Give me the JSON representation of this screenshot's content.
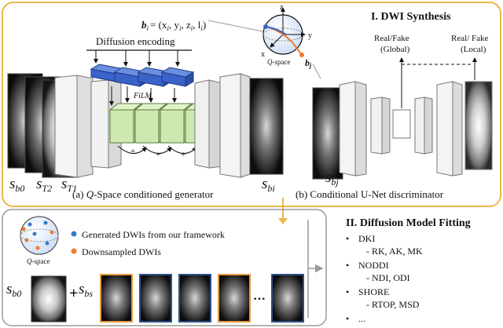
{
  "top_panel": {
    "title": "I. DWI Synthesis",
    "generator": {
      "diffusion_encoding_label": "Diffusion encoding",
      "bvector_formula": "b",
      "bvector_subscript": "i",
      "bvector_tuple": "= (x",
      "bvector_rest": ", y",
      "bvector_rest2": ", z",
      "bvector_rest3": ", l",
      "bvector_close": ")",
      "film_label": "FiLM",
      "plus_signs": [
        "+",
        "+",
        "+"
      ],
      "inputs": [
        {
          "main": "s",
          "sub": "b0"
        },
        {
          "main": "s",
          "sub": "T2"
        },
        {
          "main": "s",
          "sub": "T1"
        }
      ],
      "output": {
        "main": "s",
        "sub": "bi"
      },
      "caption_prefix": "(a) ",
      "caption_italic": "Q",
      "caption_rest": "-Space conditioned generator"
    },
    "qspace": {
      "axis_z": "z",
      "axis_y": "y",
      "axis_x": "x",
      "label_q": "Q",
      "label_rest": "-space",
      "bj_main": "b",
      "bj_sub": "j"
    },
    "discriminator": {
      "global_label_1": "Real/Fake",
      "global_label_2": "(Global)",
      "local_label_1": "Real/ Fake",
      "local_label_2": "(Local)",
      "input": {
        "main": "s",
        "sub": "bj"
      },
      "caption": "(b) Conditional U-Net discriminator"
    }
  },
  "bottom_panel": {
    "qspace_label_q": "Q",
    "qspace_label_rest": "-space",
    "legend": [
      {
        "label": "Generated DWIs from our framework",
        "color": "#3a78c8"
      },
      {
        "label": "Downsampled DWIs",
        "color": "#ec7c2c"
      }
    ],
    "sb0": {
      "main": "s",
      "sub": "b0"
    },
    "plus": "+",
    "sbs": {
      "main": "s",
      "sub": "bs"
    },
    "ellipsis": "···",
    "fitting": {
      "title": "II. Diffusion Model Fitting",
      "items": [
        {
          "bullet": "•",
          "name": "DKI",
          "detail": "- RK, AK, MK"
        },
        {
          "bullet": "•",
          "name": "NODDI",
          "detail": "- NDI, ODI"
        },
        {
          "bullet": "•",
          "name": "SHORE",
          "detail": "- RTOP, MSD"
        },
        {
          "bullet": "•",
          "name": "...",
          "detail": ""
        }
      ]
    }
  },
  "colors": {
    "panel_border": "#e8b84a",
    "blue_block": "#3a62c8",
    "green_block": "#cde8b0",
    "orange_point": "#ec7c2c",
    "blue_point": "#3a78c8",
    "brain_frame_orange": "#e89a3c",
    "brain_frame_blue": "#2e4f8c"
  }
}
